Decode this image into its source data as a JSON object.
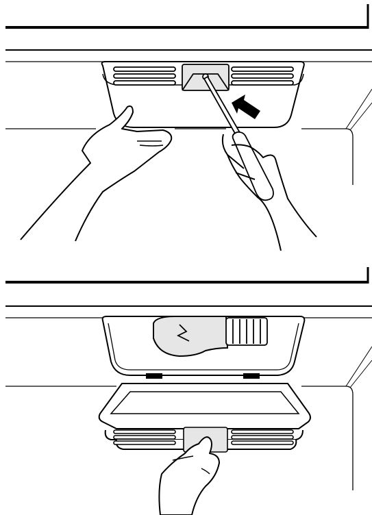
{
  "document": {
    "steps": [
      {
        "illustration": "remove-light-cover-with-screwdriver",
        "parts": [
          "light-cover",
          "vent-slots",
          "screw",
          "screwdriver",
          "arrow-icon",
          "left-hand",
          "right-hand",
          "refrigerator-ceiling"
        ]
      },
      {
        "illustration": "replace-light-bulb",
        "parts": [
          "opened-light-cover",
          "light-bulb",
          "bulb-socket",
          "lamp-housing",
          "hand",
          "refrigerator-ceiling"
        ]
      }
    ],
    "colors": {
      "line": "#000000",
      "shade": "#e6e6e6",
      "paper": "#ffffff"
    }
  }
}
